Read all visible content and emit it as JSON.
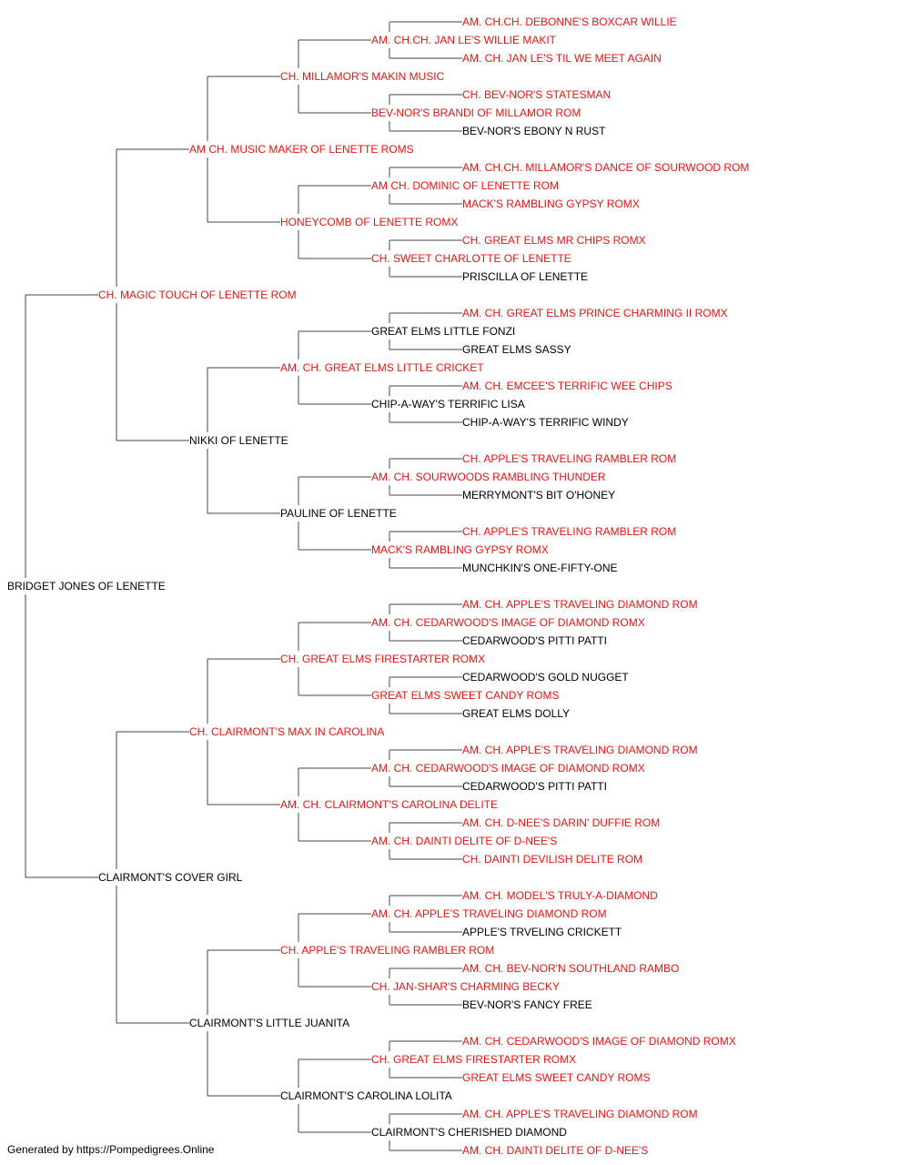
{
  "colors": {
    "champion": "#ee1111",
    "regular": "#000000",
    "line": "#444444"
  },
  "pedigree": {
    "name": "BRIDGET JONES OF LENETTE",
    "champion": false,
    "sire": {
      "name": "CH. MAGIC TOUCH OF LENETTE ROM",
      "champion": true,
      "sire": {
        "name": "AM CH. MUSIC MAKER OF LENETTE ROMS",
        "champion": true,
        "sire": {
          "name": "CH. MILLAMOR'S MAKIN MUSIC",
          "champion": true,
          "sire": {
            "name": "AM. CH.CH. JAN LE'S WILLIE MAKIT",
            "champion": true,
            "sire": {
              "name": "AM. CH.CH. DEBONNE'S BOXCAR WILLIE",
              "champion": true
            },
            "dam": {
              "name": "AM. CH. JAN LE'S TIL WE MEET AGAIN",
              "champion": true
            }
          },
          "dam": {
            "name": "BEV-NOR'S BRANDI OF MILLAMOR ROM",
            "champion": true,
            "sire": {
              "name": "CH. BEV-NOR'S STATESMAN",
              "champion": true
            },
            "dam": {
              "name": "BEV-NOR'S EBONY N RUST",
              "champion": false
            }
          }
        },
        "dam": {
          "name": "HONEYCOMB OF LENETTE ROMX",
          "champion": true,
          "sire": {
            "name": "AM CH. DOMINIC OF LENETTE ROM",
            "champion": true,
            "sire": {
              "name": "AM. CH.CH. MILLAMOR'S DANCE OF SOURWOOD ROM",
              "champion": true
            },
            "dam": {
              "name": "MACK'S RAMBLING GYPSY ROMX",
              "champion": true
            }
          },
          "dam": {
            "name": "CH. SWEET CHARLOTTE OF LENETTE",
            "champion": true,
            "sire": {
              "name": "CH. GREAT ELMS MR CHIPS ROMX",
              "champion": true
            },
            "dam": {
              "name": "PRISCILLA OF LENETTE",
              "champion": false
            }
          }
        }
      },
      "dam": {
        "name": "NIKKI OF LENETTE",
        "champion": false,
        "sire": {
          "name": "AM. CH. GREAT ELMS LITTLE CRICKET",
          "champion": true,
          "sire": {
            "name": "GREAT ELMS LITTLE FONZI",
            "champion": false,
            "sire": {
              "name": "AM. CH. GREAT ELMS PRINCE CHARMING II ROMX",
              "champion": true
            },
            "dam": {
              "name": "GREAT ELMS SASSY",
              "champion": false
            }
          },
          "dam": {
            "name": "CHIP-A-WAY'S TERRIFIC LISA",
            "champion": false,
            "sire": {
              "name": "AM. CH. EMCEE'S TERRIFIC WEE CHIPS",
              "champion": true
            },
            "dam": {
              "name": "CHIP-A-WAY'S TERRIFIC WINDY",
              "champion": false
            }
          }
        },
        "dam": {
          "name": "PAULINE OF LENETTE",
          "champion": false,
          "sire": {
            "name": "AM. CH. SOURWOODS RAMBLING THUNDER",
            "champion": true,
            "sire": {
              "name": "CH. APPLE'S TRAVELING RAMBLER ROM",
              "champion": true
            },
            "dam": {
              "name": "MERRYMONT'S BIT O'HONEY",
              "champion": false
            }
          },
          "dam": {
            "name": "MACK'S RAMBLING GYPSY ROMX",
            "champion": true,
            "sire": {
              "name": "CH. APPLE'S TRAVELING RAMBLER ROM",
              "champion": true
            },
            "dam": {
              "name": "MUNCHKIN'S ONE-FIFTY-ONE",
              "champion": false
            }
          }
        }
      }
    },
    "dam": {
      "name": "CLAIRMONT'S COVER GIRL",
      "champion": false,
      "sire": {
        "name": "CH. CLAIRMONT'S MAX IN CAROLINA",
        "champion": true,
        "sire": {
          "name": "CH. GREAT ELMS FIRESTARTER ROMX",
          "champion": true,
          "sire": {
            "name": "AM. CH. CEDARWOOD'S IMAGE OF DIAMOND ROMX",
            "champion": true,
            "sire": {
              "name": "AM. CH. APPLE'S TRAVELING DIAMOND ROM",
              "champion": true
            },
            "dam": {
              "name": "CEDARWOOD'S PITTI PATTI",
              "champion": false
            }
          },
          "dam": {
            "name": "GREAT ELMS SWEET CANDY ROMS",
            "champion": true,
            "sire": {
              "name": "CEDARWOOD'S GOLD NUGGET",
              "champion": false
            },
            "dam": {
              "name": "GREAT ELMS DOLLY",
              "champion": false
            }
          }
        },
        "dam": {
          "name": "AM. CH. CLAIRMONT'S CAROLINA DELITE",
          "champion": true,
          "sire": {
            "name": "AM. CH. CEDARWOOD'S IMAGE OF DIAMOND ROMX",
            "champion": true,
            "sire": {
              "name": "AM. CH. APPLE'S TRAVELING DIAMOND ROM",
              "champion": true
            },
            "dam": {
              "name": "CEDARWOOD'S PITTI PATTI",
              "champion": false
            }
          },
          "dam": {
            "name": "AM. CH. DAINTI DELITE OF D-NEE'S",
            "champion": true,
            "sire": {
              "name": "AM. CH. D-NEE'S DARIN' DUFFIE ROM",
              "champion": true
            },
            "dam": {
              "name": "CH. DAINTI DEVILISH DELITE ROM",
              "champion": true
            }
          }
        }
      },
      "dam": {
        "name": "CLAIRMONT'S LITTLE JUANITA",
        "champion": false,
        "sire": {
          "name": "CH. APPLE'S TRAVELING RAMBLER ROM",
          "champion": true,
          "sire": {
            "name": "AM. CH. APPLE'S TRAVELING DIAMOND ROM",
            "champion": true,
            "sire": {
              "name": "AM. CH. MODEL'S TRULY-A-DIAMOND",
              "champion": true
            },
            "dam": {
              "name": "APPLE'S TRVELING CRICKETT",
              "champion": false
            }
          },
          "dam": {
            "name": "CH. JAN-SHAR'S CHARMING BECKY",
            "champion": true,
            "sire": {
              "name": "AM. CH. BEV-NOR'N SOUTHLAND RAMBO",
              "champion": true
            },
            "dam": {
              "name": "BEV-NOR'S FANCY FREE",
              "champion": false
            }
          }
        },
        "dam": {
          "name": "CLAIRMONT'S CAROLINA LOLITA",
          "champion": false,
          "sire": {
            "name": "CH. GREAT ELMS FIRESTARTER ROMX",
            "champion": true,
            "sire": {
              "name": "AM. CH. CEDARWOOD'S IMAGE OF DIAMOND ROMX",
              "champion": true
            },
            "dam": {
              "name": "GREAT ELMS SWEET CANDY ROMS",
              "champion": true
            }
          },
          "dam": {
            "name": "CLAIRMONT'S CHERISHED DIAMOND",
            "champion": false,
            "sire": {
              "name": "AM. CH. APPLE'S TRAVELING DIAMOND ROM",
              "champion": true
            },
            "dam": {
              "name": "AM. CH. DAINTI DELITE OF D-NEE'S",
              "champion": true
            }
          }
        }
      }
    }
  },
  "footer": {
    "text": "Generated by https://Pompedigrees.Online"
  }
}
